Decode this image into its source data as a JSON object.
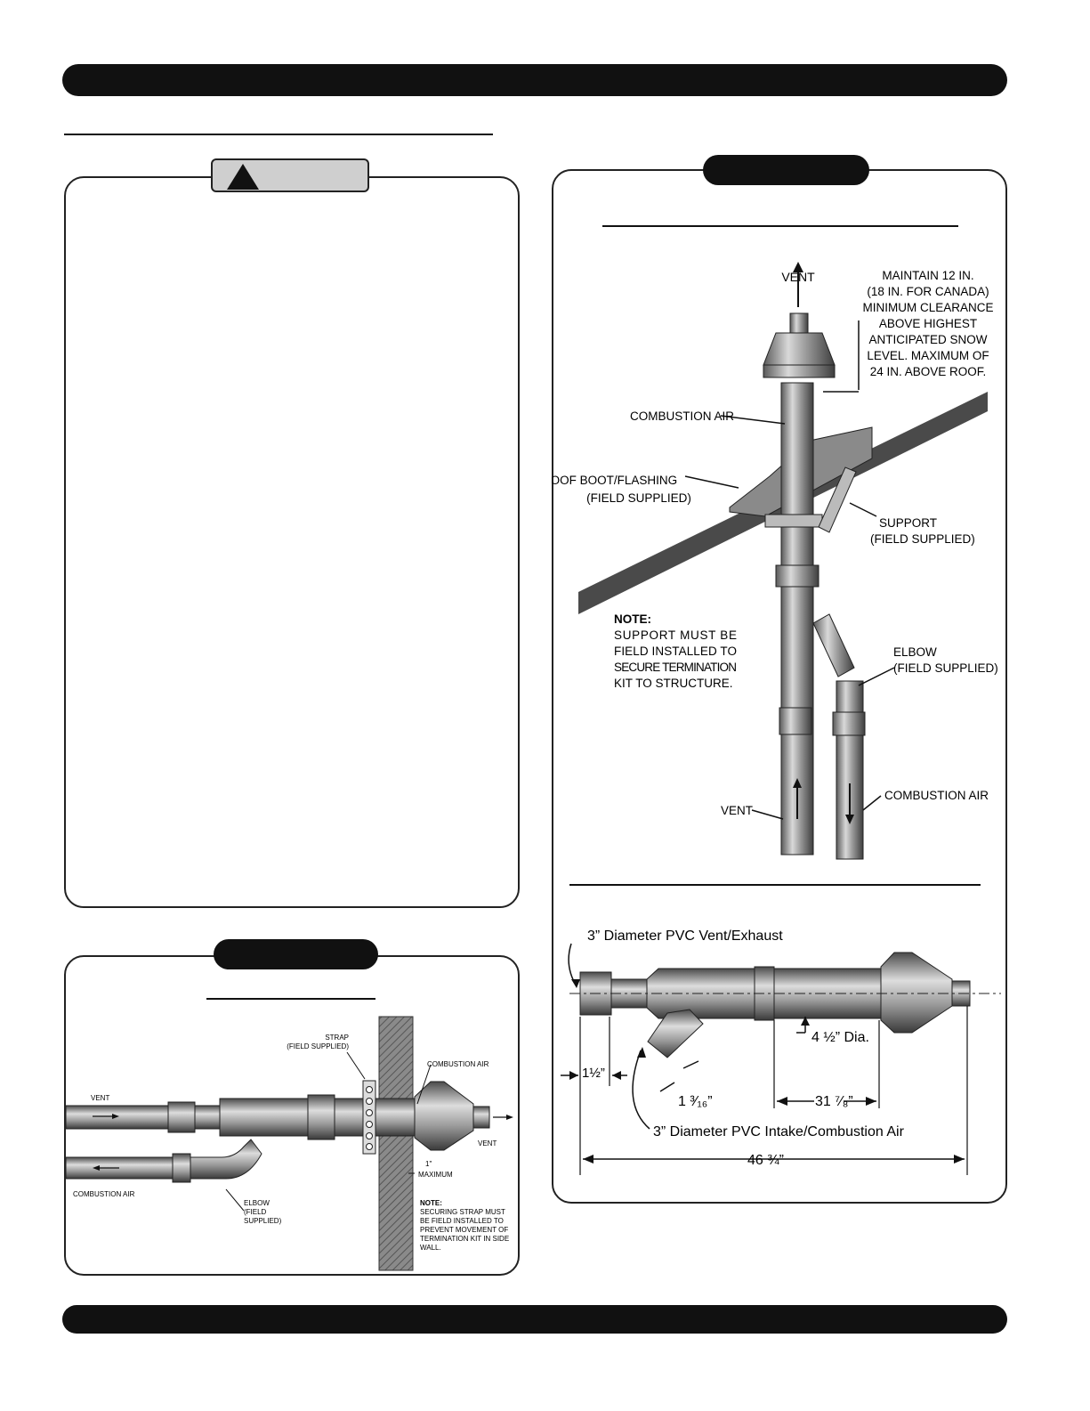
{
  "header_bar": {
    "color": "#111111"
  },
  "footer_bar": {
    "color": "#111111"
  },
  "warning_panel": {
    "icon": "warning-triangle-icon",
    "tab_color": "#cfcfcf"
  },
  "roof_figure": {
    "labels": {
      "vent_top": "VENT",
      "clearance_lines": [
        "MAINTAIN 12 IN.",
        "(18 IN. FOR CANADA)",
        "MINIMUM CLEARANCE",
        "ABOVE HIGHEST",
        "ANTICIPATED SNOW",
        "LEVEL. MAXIMUM OF",
        "24 IN. ABOVE ROOF."
      ],
      "combustion_air": "COMBUSTION AIR",
      "roof_boot_lines": [
        "ROOF BOOT/FLASHING",
        "(FIELD SUPPLIED)"
      ],
      "support_lines": [
        "SUPPORT",
        "(FIELD SUPPLIED)"
      ],
      "note_title": "NOTE:",
      "note_lines": [
        "SUPPORT MUST BE",
        "FIELD INSTALLED TO",
        "SECURE TERMINATION",
        "KIT TO STRUCTURE."
      ],
      "elbow_lines": [
        "ELBOW",
        "(FIELD SUPPLIED)"
      ],
      "vent_bottom": "VENT",
      "combustion_air_bottom": "COMBUSTION AIR"
    }
  },
  "dimension_figure": {
    "labels": {
      "vent_exhaust": "3” Diameter PVC Vent/Exhaust",
      "diameter": "4 ½” Dia.",
      "dim_1_5": "1½”",
      "dim_1_3_16": "1 ³⁄₁₆”",
      "dim_31_7_8": "31 ⁷⁄₈”",
      "intake": "3” Diameter PVC Intake/Combustion Air",
      "dim_46_3_4": "46 ¾”"
    }
  },
  "sidewall_figure": {
    "labels": {
      "strap_lines": [
        "STRAP",
        "(FIELD SUPPLIED)"
      ],
      "combustion_air_top": "COMBUSTION AIR",
      "vent_left": "VENT",
      "vent_right": "VENT",
      "max_lines": [
        "1\"",
        "MAXIMUM"
      ],
      "combustion_air_left": "COMBUSTION AIR",
      "elbow_lines": [
        "ELBOW",
        "(FIELD",
        "SUPPLIED)"
      ],
      "note_title": "NOTE:",
      "note_lines": [
        "SECURING STRAP MUST",
        "BE FIELD INSTALLED TO",
        "PREVENT MOVEMENT OF",
        "TERMINATION KIT IN SIDE",
        "WALL."
      ]
    }
  }
}
